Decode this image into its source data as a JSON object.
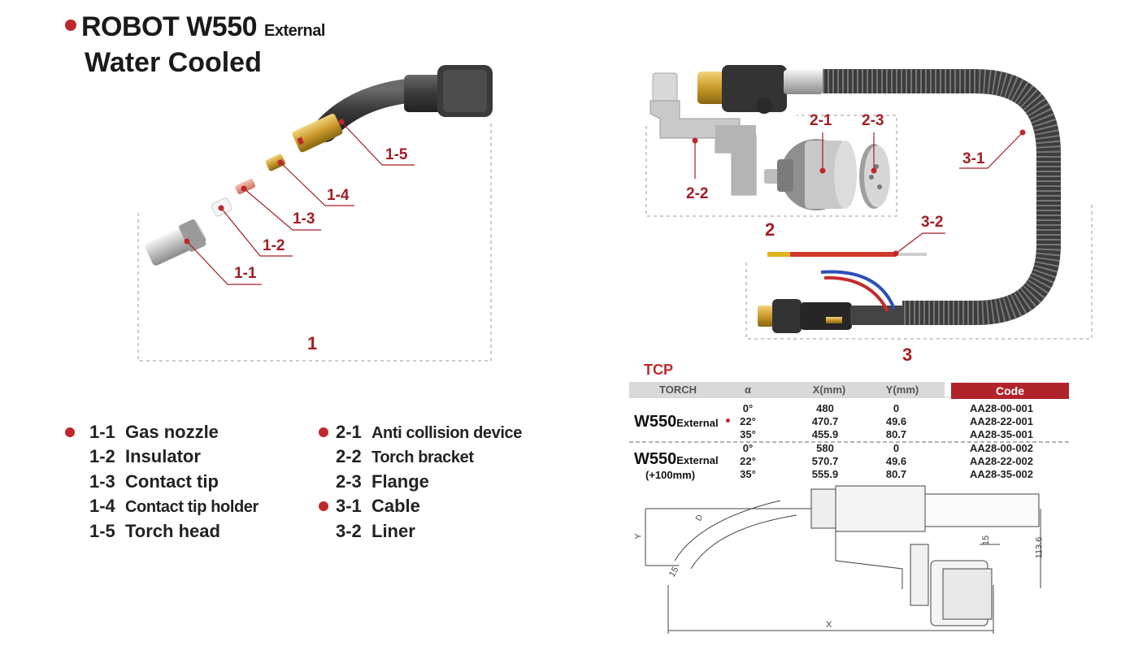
{
  "header": {
    "title_main": "ROBOT W550",
    "title_sub": "External",
    "title_line2": "Water Cooled"
  },
  "callouts": {
    "c11": "1-1",
    "c12": "1-2",
    "c13": "1-3",
    "c14": "1-4",
    "c15": "1-5",
    "c21": "2-1",
    "c22": "2-2",
    "c23": "2-3",
    "c31": "3-1",
    "c32": "3-2"
  },
  "groups": {
    "g1": "1",
    "g2": "2",
    "g3": "3"
  },
  "legend": {
    "left": [
      {
        "num": "1-1",
        "name": "Gas nozzle"
      },
      {
        "num": "1-2",
        "name": "Insulator"
      },
      {
        "num": "1-3",
        "name": "Contact tip"
      },
      {
        "num": "1-4",
        "name": "Contact tip holder"
      },
      {
        "num": "1-5",
        "name": "Torch head"
      }
    ],
    "right": [
      {
        "num": "2-1",
        "name": "Anti collision device"
      },
      {
        "num": "2-2",
        "name": "Torch bracket"
      },
      {
        "num": "2-3",
        "name": "Flange"
      },
      {
        "num": "3-1",
        "name": "Cable"
      },
      {
        "num": "3-2",
        "name": "Liner"
      }
    ]
  },
  "tcp": {
    "title": "TCP",
    "headers": {
      "torch": "TORCH",
      "alpha": "α",
      "x": "X(mm)",
      "y": "Y(mm)",
      "code": "Code"
    },
    "groups": [
      {
        "model": "W550",
        "model_sub": "External",
        "note": "",
        "rows": [
          {
            "alpha": "0°",
            "x": "480",
            "y": "0",
            "code": "AA28-00-001"
          },
          {
            "alpha": "22°",
            "x": "470.7",
            "y": "49.6",
            "code": "AA28-22-001"
          },
          {
            "alpha": "35°",
            "x": "455.9",
            "y": "80.7",
            "code": "AA28-35-001"
          }
        ]
      },
      {
        "model": "W550",
        "model_sub": "External",
        "note": "(+100mm)",
        "rows": [
          {
            "alpha": "0°",
            "x": "580",
            "y": "0",
            "code": "AA28-00-002"
          },
          {
            "alpha": "22°",
            "x": "570.7",
            "y": "49.6",
            "code": "AA28-22-002"
          },
          {
            "alpha": "35°",
            "x": "555.9",
            "y": "80.7",
            "code": "AA28-35-002"
          }
        ]
      }
    ]
  },
  "drawing": {
    "dim_y": "Y",
    "dim_x": "X",
    "dim_15a": "15",
    "dim_15b": "15",
    "dim_113": "113.6",
    "dim_d": "D"
  },
  "colors": {
    "accent": "#c0272d",
    "header_gray": "#d9d9d9",
    "code_red": "#b1232a"
  }
}
